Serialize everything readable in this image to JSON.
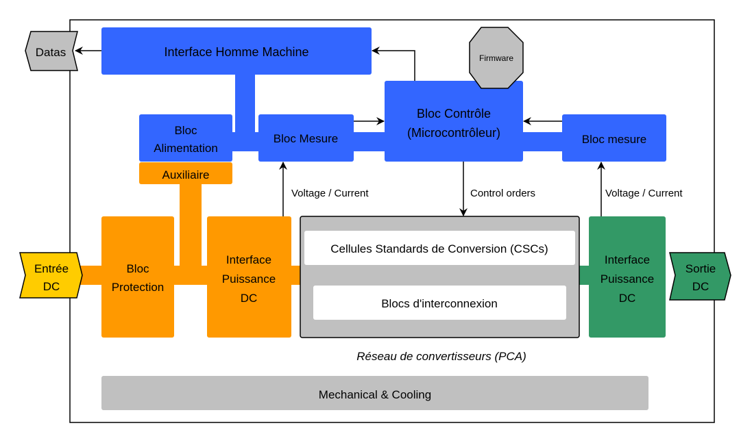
{
  "colors": {
    "blue": "#3366ff",
    "orange": "#ff9900",
    "yellow": "#ffcc00",
    "green": "#339966",
    "gray": "#c0c0c0",
    "white": "#ffffff",
    "stroke": "#000000"
  },
  "blocks": {
    "ihm": "Interface Homme Machine",
    "alim_line1": "Bloc",
    "alim_line2": "Alimentation",
    "auxiliaire": "Auxiliaire",
    "mesure_left": "Bloc Mesure",
    "controle_line1": "Bloc Contrôle",
    "controle_line2": "(Microcontrôleur)",
    "mesure_right": "Bloc mesure",
    "firmware": "Firmware",
    "protection_line1": "Bloc",
    "protection_line2": "Protection",
    "ipdc_left_line1": "Interface",
    "ipdc_left_line2": "Puissance",
    "ipdc_left_line3": "DC",
    "ipdc_right_line1": "Interface",
    "ipdc_right_line2": "Puissance",
    "ipdc_right_line3": "DC",
    "cscs": "Cellules Standards de Conversion (CSCs)",
    "interconnexion": "Blocs d'interconnexion",
    "pca_caption": "Réseau de convertisseurs (PCA)",
    "mechanical": "Mechanical & Cooling"
  },
  "ports": {
    "datas": "Datas",
    "entree_line1": "Entrée",
    "entree_line2": "DC",
    "sortie_line1": "Sortie",
    "sortie_line2": "DC"
  },
  "labels": {
    "voltage_current_left": "Voltage / Current",
    "control_orders": "Control orders",
    "voltage_current_right": "Voltage / Current"
  }
}
